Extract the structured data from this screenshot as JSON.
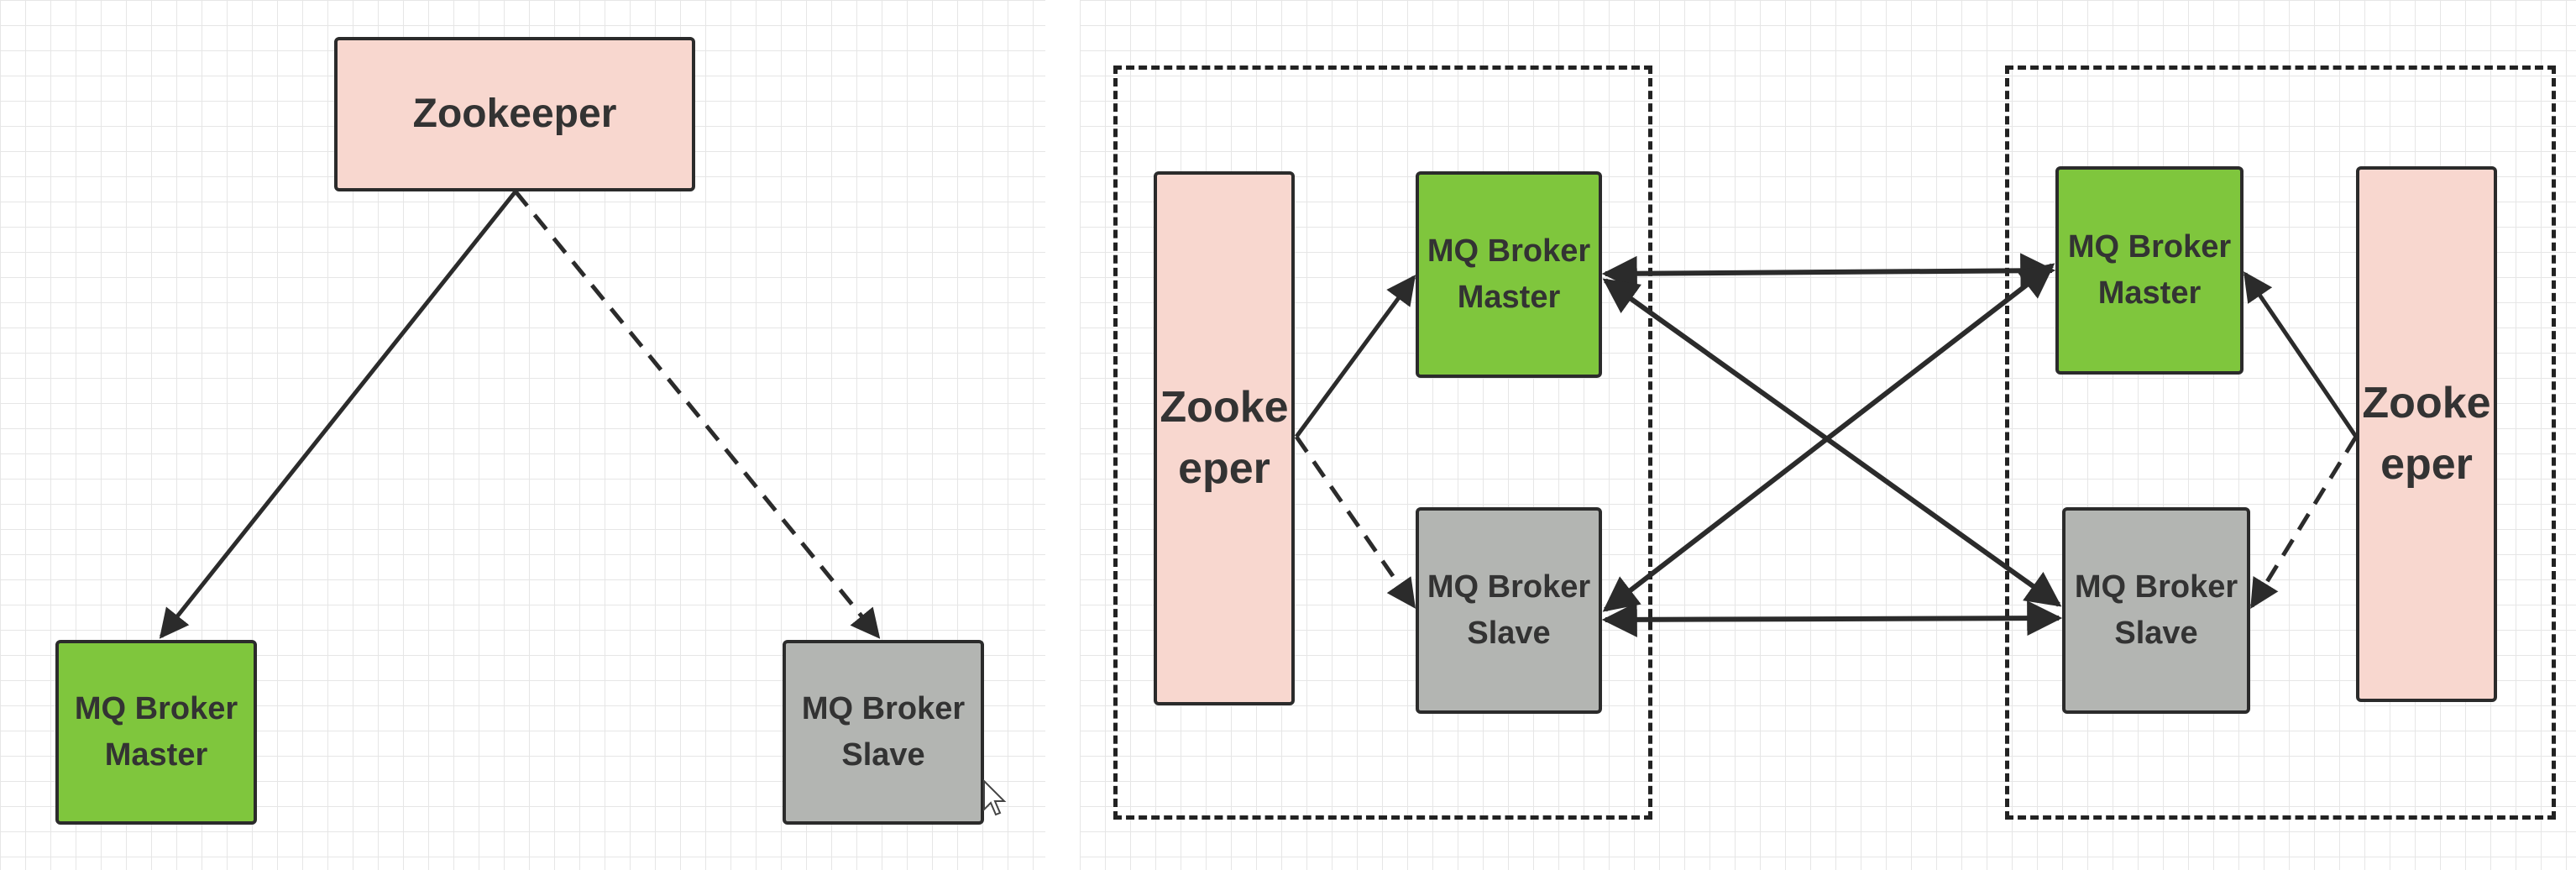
{
  "left_diagram": {
    "zookeeper": "Zookeeper",
    "master": "MQ Broker\nMaster",
    "slave": "MQ Broker\nSlave"
  },
  "right_diagram": {
    "group_a": {
      "zookeeper": "Zooke\neper",
      "master": "MQ Broker\nMaster",
      "slave": "MQ Broker\nSlave"
    },
    "group_b": {
      "zookeeper": "Zooke\neper",
      "master": "MQ Broker\nMaster",
      "slave": "MQ Broker\nSlave"
    }
  },
  "colors": {
    "zookeeper": "#f8d7cf",
    "master": "#7fc63d",
    "slave": "#b3b5b2",
    "line": "#2b2b2b"
  }
}
